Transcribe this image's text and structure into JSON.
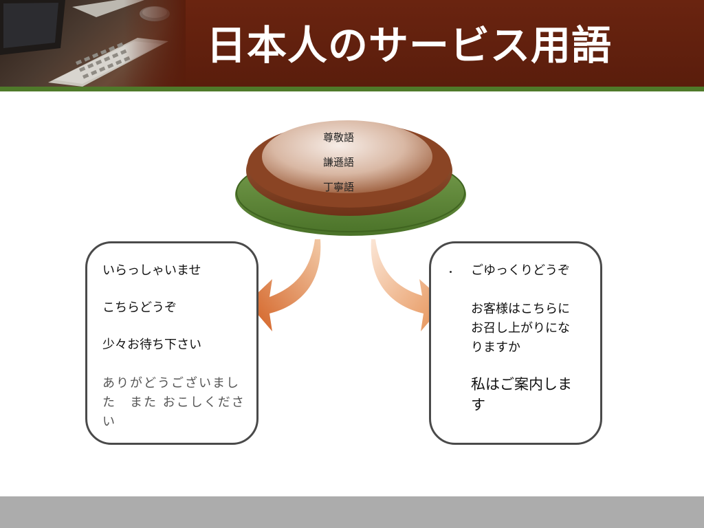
{
  "header": {
    "title": "日本人のサービス用語"
  },
  "disc": {
    "labels": [
      "尊敬語",
      "謙遜語",
      "丁寧語"
    ]
  },
  "left_box": {
    "items": [
      "いらっしゃいませ",
      "こちらどうぞ",
      "少々お待ち下さい"
    ],
    "soft_item": "ありがどうございました　また おこしください"
  },
  "right_box": {
    "items": [
      "ごゆっくりどうぞ",
      "お客様はこちらにお召し上がりになりますか"
    ],
    "large_item": "私はご案内します"
  },
  "colors": {
    "header_bg": "#5a1d0c",
    "stripe": "#4f7a2a",
    "disc_brown": "#8a4a2a",
    "disc_green": "#5f8a3a",
    "arrow_orange": "#d9692a",
    "footer": "#acacac"
  },
  "icons": {
    "header_photo": "computer-keyboard-photo"
  }
}
